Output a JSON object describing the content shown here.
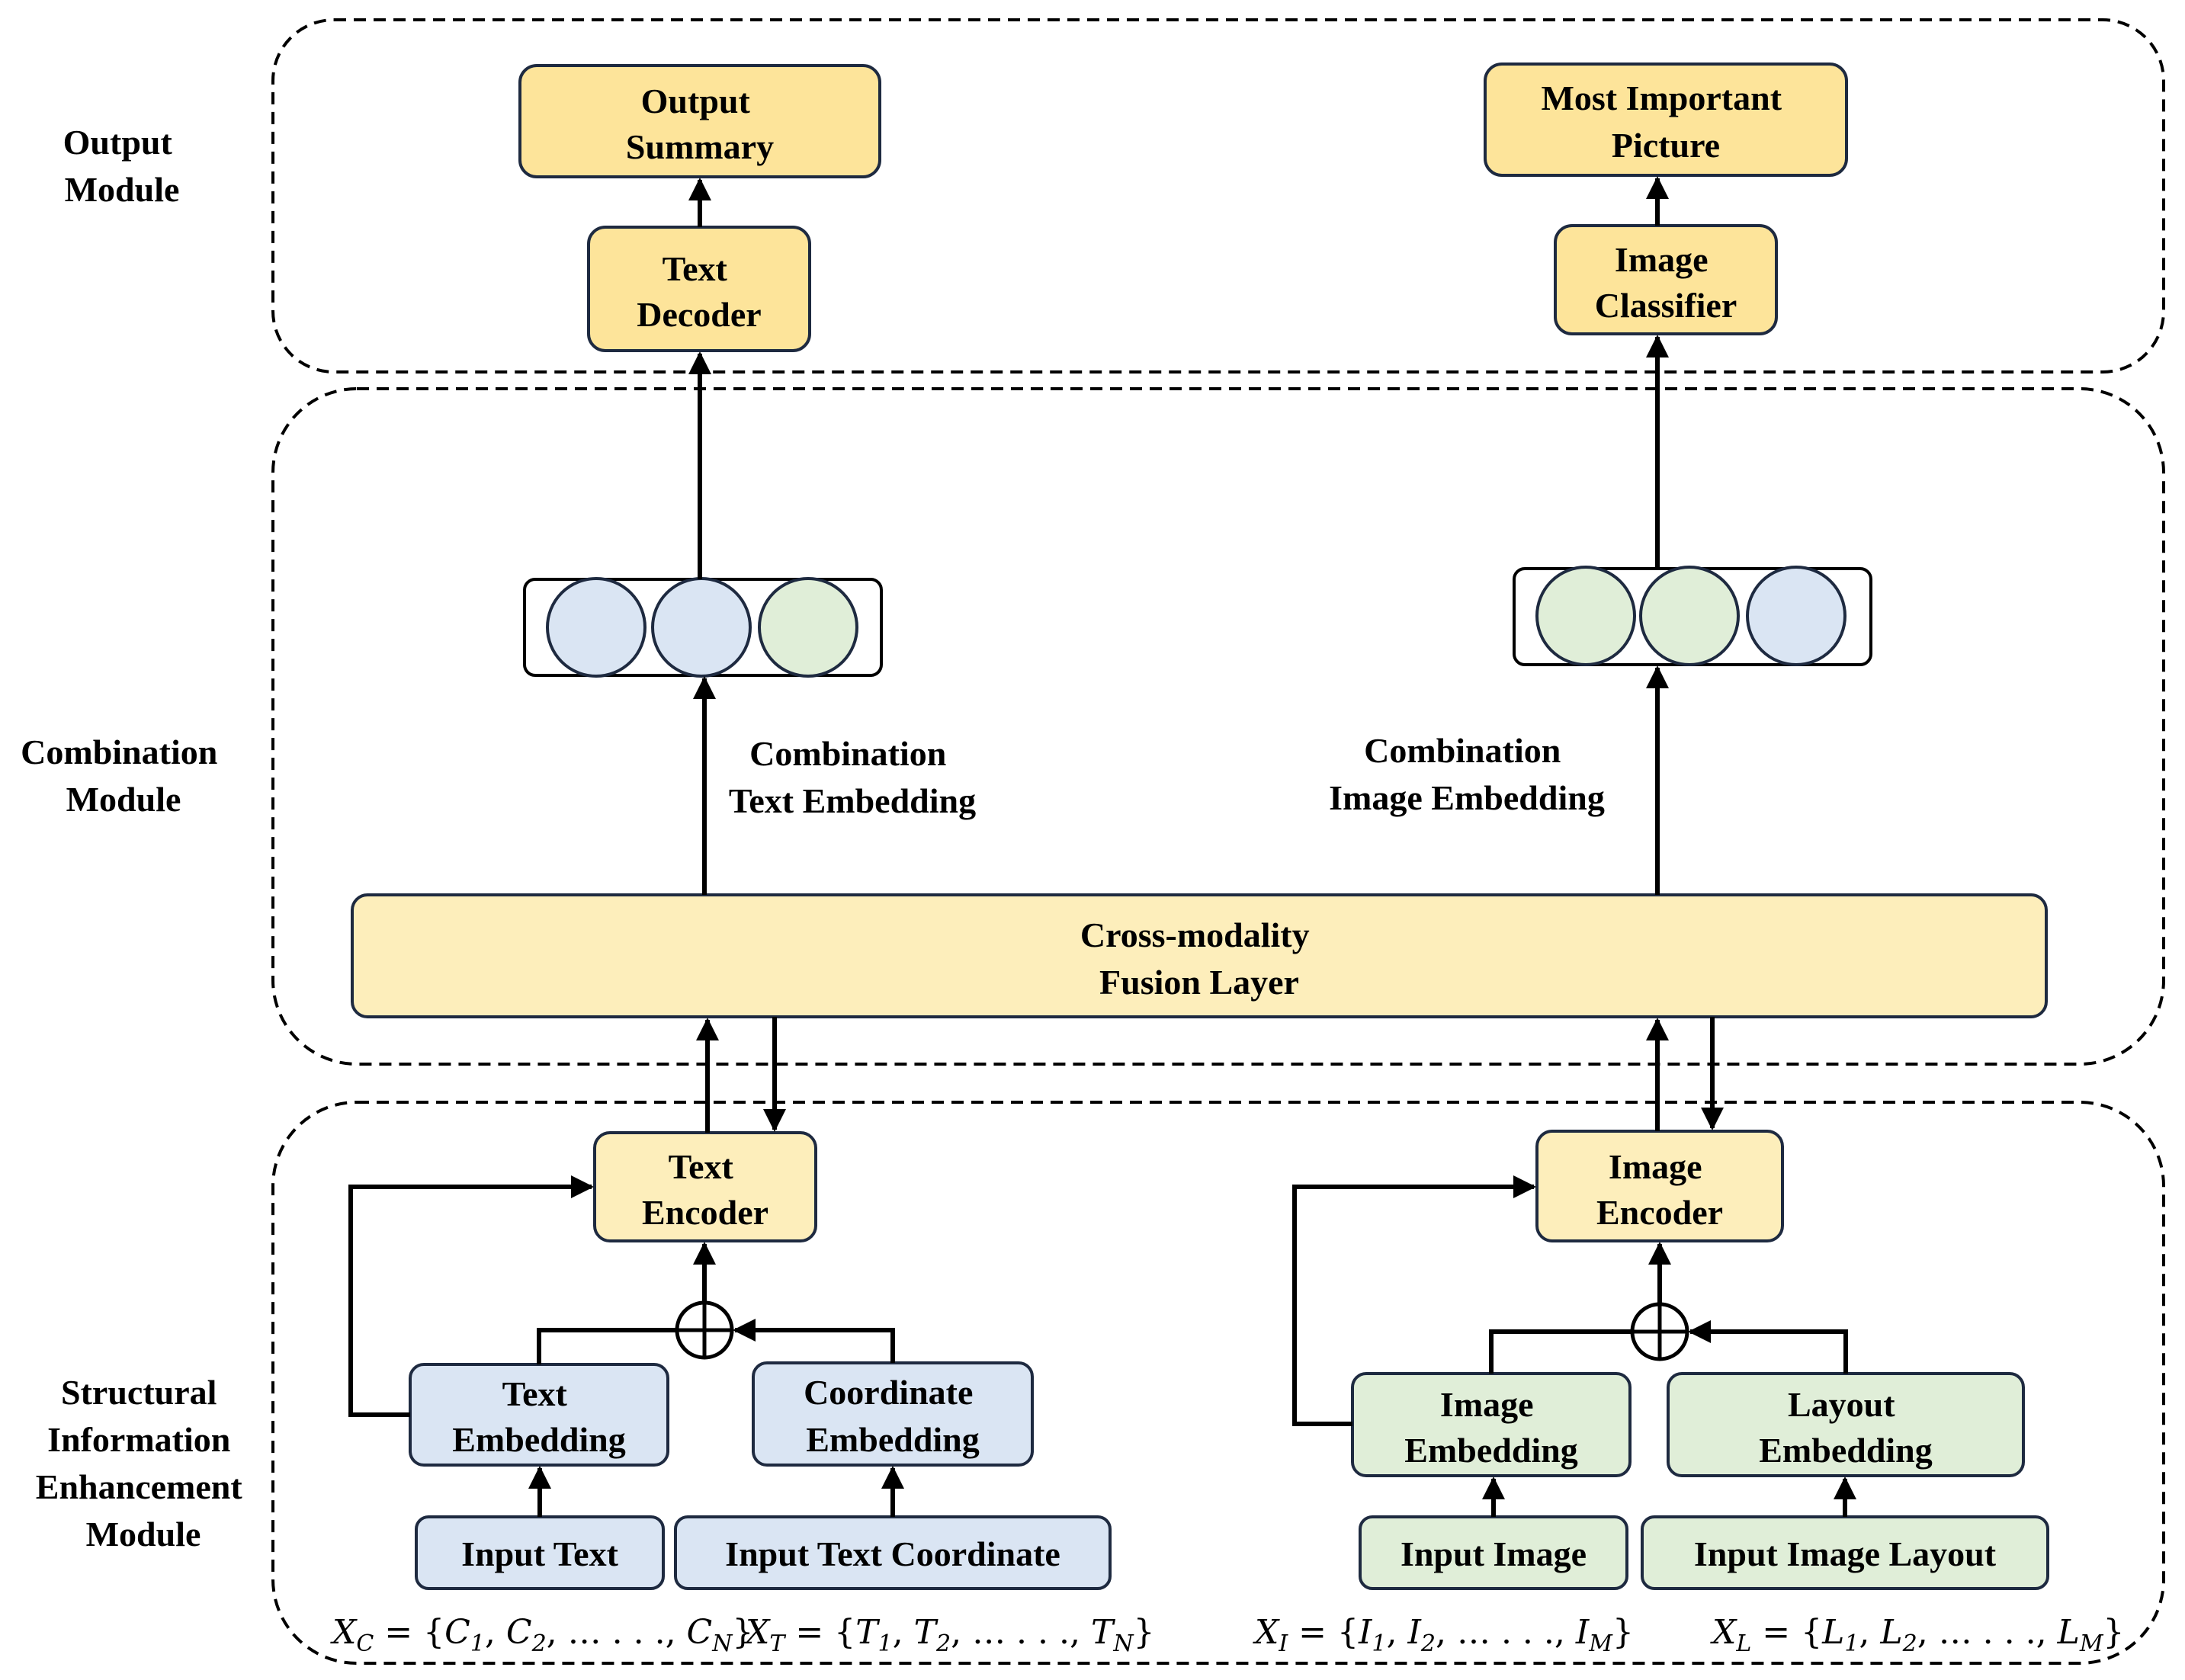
{
  "modules": {
    "output": [
      "Output",
      "Module"
    ],
    "combination": [
      "Combination",
      "Module"
    ],
    "structural": [
      "Structural",
      "Information",
      "Enhancement",
      "Module"
    ]
  },
  "boxes": {
    "output_summary": [
      "Output",
      "Summary"
    ],
    "text_decoder": [
      "Text",
      "Decoder"
    ],
    "most_important_picture": [
      "Most Important",
      "Picture"
    ],
    "image_classifier": [
      "Image",
      "Classifier"
    ],
    "fusion_layer": [
      "Cross-modality",
      "Fusion Layer"
    ],
    "text_encoder": [
      "Text",
      "Encoder"
    ],
    "image_encoder": [
      "Image",
      "Encoder"
    ],
    "text_embedding": [
      "Text",
      "Embedding"
    ],
    "coordinate_embedding": [
      "Coordinate",
      "Embedding"
    ],
    "image_embedding": [
      "Image",
      "Embedding"
    ],
    "layout_embedding": [
      "Layout",
      "Embedding"
    ],
    "input_text": "Input Text",
    "input_text_coordinate": "Input Text Coordinate",
    "input_image": "Input Image",
    "input_image_layout": "Input Image Layout"
  },
  "labels": {
    "combination_text": [
      "Combination",
      "Text Embedding"
    ],
    "combination_image": [
      "Combination",
      "Image Embedding"
    ]
  },
  "formulas": {
    "xc": {
      "var": "X",
      "sub": "C",
      "items": [
        "C",
        "C",
        "C"
      ],
      "subs": [
        "1",
        "2",
        "N"
      ],
      "ellipsis": "… . . ."
    },
    "xt": {
      "var": "X",
      "sub": "T",
      "items": [
        "T",
        "T",
        "T"
      ],
      "subs": [
        "1",
        "2",
        "N"
      ],
      "ellipsis": "… . . ."
    },
    "xi": {
      "var": "X",
      "sub": "I",
      "items": [
        "I",
        "I",
        "I"
      ],
      "subs": [
        "1",
        "2",
        "M"
      ],
      "ellipsis": "… . . ."
    },
    "xl": {
      "var": "X",
      "sub": "L",
      "items": [
        "L",
        "L",
        "L"
      ],
      "subs": [
        "1",
        "2",
        "M"
      ],
      "ellipsis": "… . . ."
    }
  },
  "colors": {
    "orange_box": "#fde49a",
    "light_orange_box": "#fdeebb",
    "blue_box": "#dae5f3",
    "green_box": "#e0eed8",
    "outline": "#1e2a40"
  },
  "vectors": {
    "text_vector": [
      "blue",
      "blue",
      "green"
    ],
    "image_vector": [
      "green",
      "green",
      "blue"
    ]
  }
}
